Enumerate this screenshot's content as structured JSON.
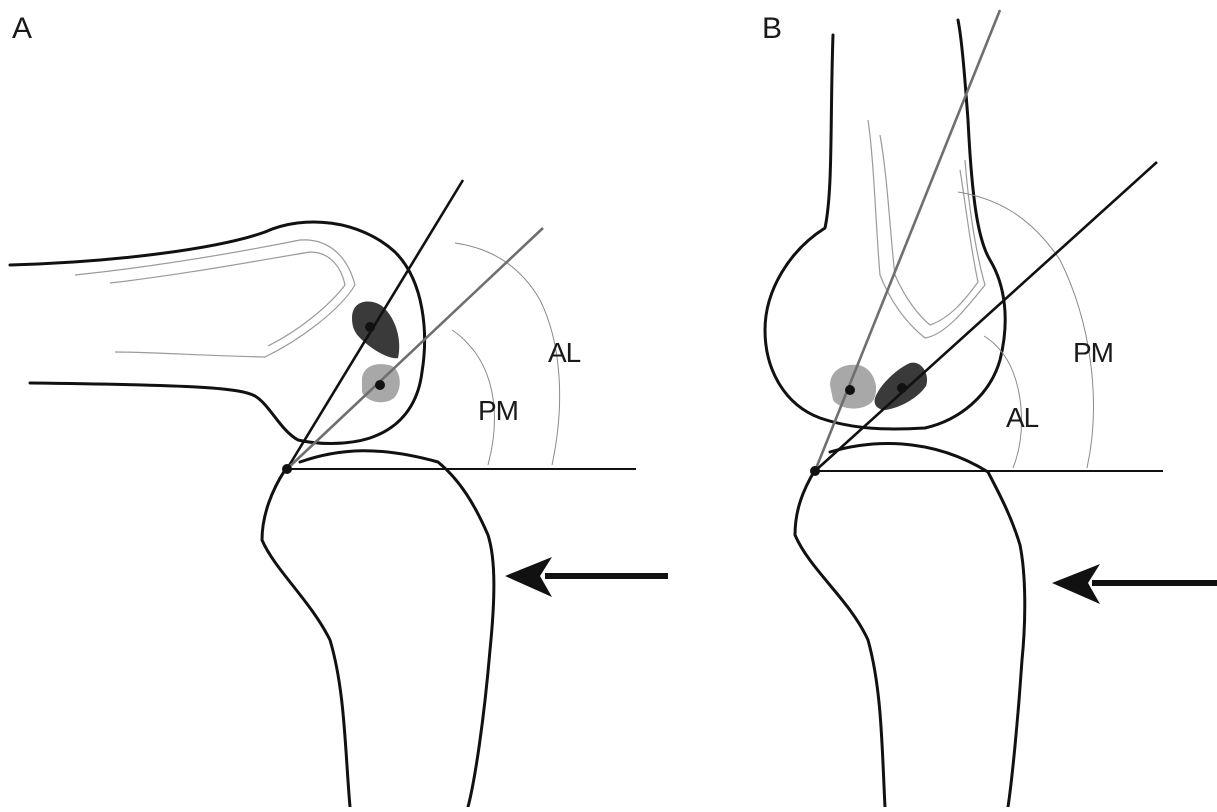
{
  "panels": [
    {
      "label": "A",
      "labels": {
        "outer": "AL",
        "inner": "PM"
      }
    },
    {
      "label": "B",
      "labels": {
        "outer": "PM",
        "inner": "AL"
      }
    }
  ],
  "colors": {
    "outline": "#111111",
    "dark_region": "#3a3a3a",
    "light_region": "#a8a8a8",
    "arc": "#8a8a8a",
    "gray_line": "#6f6f6f"
  }
}
